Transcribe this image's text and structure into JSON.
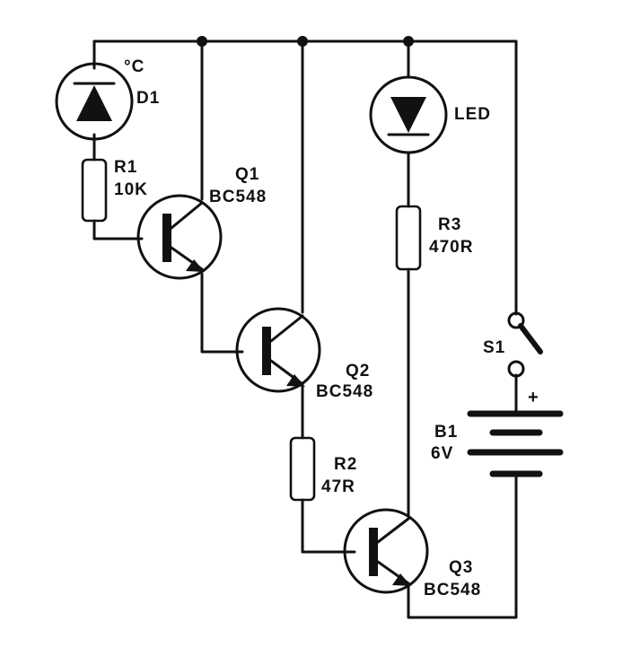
{
  "components": {
    "d1": {
      "ref": "D1",
      "symbol": "°C"
    },
    "r1": {
      "ref": "R1",
      "value": "10K"
    },
    "q1": {
      "ref": "Q1",
      "type": "BC548"
    },
    "q2": {
      "ref": "Q2",
      "type": "BC548"
    },
    "r2": {
      "ref": "R2",
      "value": "47R"
    },
    "q3": {
      "ref": "Q3",
      "type": "BC548"
    },
    "led": {
      "ref": "LED"
    },
    "r3": {
      "ref": "R3",
      "value": "470R"
    },
    "s1": {
      "ref": "S1"
    },
    "b1": {
      "ref": "B1",
      "value": "6V",
      "polarity": "+"
    }
  }
}
